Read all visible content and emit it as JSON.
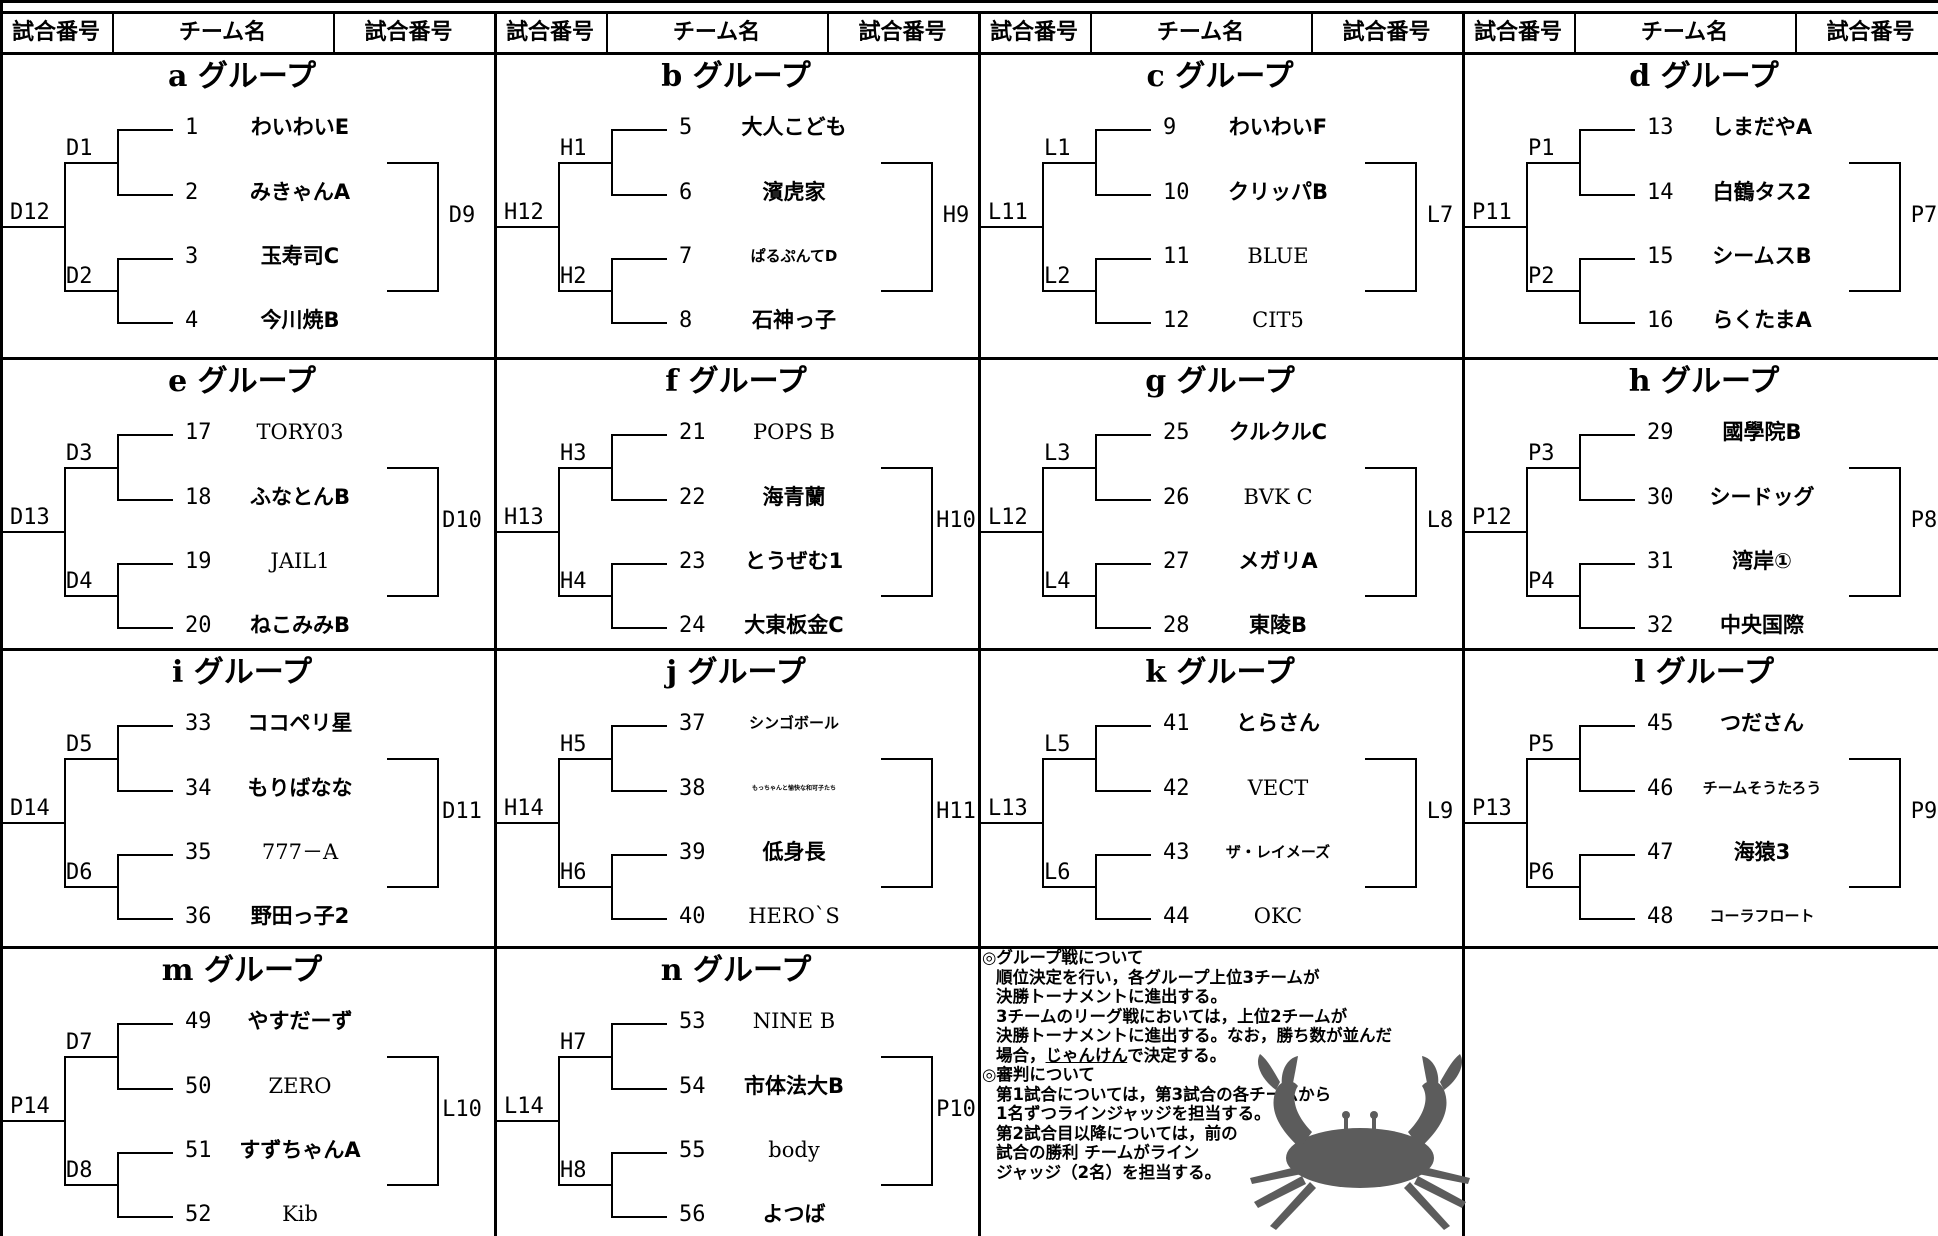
{
  "header": {
    "columns": [
      {
        "left": "試合番号",
        "middle": "チーム名",
        "right": "試合番号"
      },
      {
        "left": "試合番号",
        "middle": "チーム名",
        "right": "試合番号"
      },
      {
        "left": "試合番号",
        "middle": "チーム名",
        "right": "試合番号"
      },
      {
        "left": "試合番号",
        "middle": "チーム名",
        "right": "試合番号"
      }
    ]
  },
  "groups": [
    {
      "title": "a グループ",
      "outer": "D12",
      "top": "D1",
      "bottom": "D2",
      "final": "D9",
      "teams": [
        {
          "num": "1",
          "name": "わいわいE"
        },
        {
          "num": "2",
          "name": "みきゃんA"
        },
        {
          "num": "3",
          "name": "玉寿司C"
        },
        {
          "num": "4",
          "name": "今川焼B"
        }
      ]
    },
    {
      "title": "b グループ",
      "outer": "H12",
      "top": "H1",
      "bottom": "H2",
      "final": "H9",
      "teams": [
        {
          "num": "5",
          "name": "大人こども"
        },
        {
          "num": "6",
          "name": "濱虎家"
        },
        {
          "num": "7",
          "name": "ぱるぷんてD",
          "size": "s"
        },
        {
          "num": "8",
          "name": "石神っ子"
        }
      ]
    },
    {
      "title": "c グループ",
      "outer": "L11",
      "top": "L1",
      "bottom": "L2",
      "final": "L7",
      "teams": [
        {
          "num": "9",
          "name": "わいわいF"
        },
        {
          "num": "10",
          "name": "クリッパB"
        },
        {
          "num": "11",
          "name": "BLUE",
          "font": "serif"
        },
        {
          "num": "12",
          "name": "CIT5",
          "font": "serif"
        }
      ]
    },
    {
      "title": "d グループ",
      "outer": "P11",
      "top": "P1",
      "bottom": "P2",
      "final": "P7",
      "teams": [
        {
          "num": "13",
          "name": "しまだやA"
        },
        {
          "num": "14",
          "name": "白鶴タス2"
        },
        {
          "num": "15",
          "name": "シームスB"
        },
        {
          "num": "16",
          "name": "らくたまA"
        }
      ]
    },
    {
      "title": "e グループ",
      "outer": "D13",
      "top": "D3",
      "bottom": "D4",
      "final": "D10",
      "teams": [
        {
          "num": "17",
          "name": "TORY03",
          "font": "serif"
        },
        {
          "num": "18",
          "name": "ふなとんB"
        },
        {
          "num": "19",
          "name": "JAIL1",
          "font": "serif"
        },
        {
          "num": "20",
          "name": "ねこみみB"
        }
      ]
    },
    {
      "title": "f グループ",
      "outer": "H13",
      "top": "H3",
      "bottom": "H4",
      "final": "H10",
      "teams": [
        {
          "num": "21",
          "name": "POPS B",
          "font": "serif"
        },
        {
          "num": "22",
          "name": "海青蘭"
        },
        {
          "num": "23",
          "name": "とうぜむ1"
        },
        {
          "num": "24",
          "name": "大東板金C"
        }
      ]
    },
    {
      "title": "g グループ",
      "outer": "L12",
      "top": "L3",
      "bottom": "L4",
      "final": "L8",
      "teams": [
        {
          "num": "25",
          "name": "クルクルC"
        },
        {
          "num": "26",
          "name": "BVK C",
          "font": "serif"
        },
        {
          "num": "27",
          "name": "メガリA"
        },
        {
          "num": "28",
          "name": "東陵B"
        }
      ]
    },
    {
      "title": "h グループ",
      "outer": "P12",
      "top": "P3",
      "bottom": "P4",
      "final": "P8",
      "teams": [
        {
          "num": "29",
          "name": "國學院B"
        },
        {
          "num": "30",
          "name": "シードッグ"
        },
        {
          "num": "31",
          "name": "湾岸①"
        },
        {
          "num": "32",
          "name": "中央国際"
        }
      ]
    },
    {
      "title": "i グループ",
      "outer": "D14",
      "top": "D5",
      "bottom": "D6",
      "final": "D11",
      "teams": [
        {
          "num": "33",
          "name": "ココペリ星"
        },
        {
          "num": "34",
          "name": "もりばなな"
        },
        {
          "num": "35",
          "name": "777－A",
          "font": "serif"
        },
        {
          "num": "36",
          "name": "野田っ子2"
        }
      ]
    },
    {
      "title": "j グループ",
      "outer": "H14",
      "top": "H5",
      "bottom": "H6",
      "final": "H11",
      "teams": [
        {
          "num": "37",
          "name": "シンゴボール",
          "size": "s"
        },
        {
          "num": "38",
          "name": "もっちゃんと愉快な和可子たち",
          "size": "xs"
        },
        {
          "num": "39",
          "name": "低身長"
        },
        {
          "num": "40",
          "name": "HERO`S",
          "font": "serif"
        }
      ]
    },
    {
      "title": "k グループ",
      "outer": "L13",
      "top": "L5",
      "bottom": "L6",
      "final": "L9",
      "teams": [
        {
          "num": "41",
          "name": "とらさん"
        },
        {
          "num": "42",
          "name": "VECT",
          "font": "serif"
        },
        {
          "num": "43",
          "name": "ザ・レイメーズ",
          "size": "s"
        },
        {
          "num": "44",
          "name": "OKC",
          "font": "serif"
        }
      ]
    },
    {
      "title": "l グループ",
      "outer": "P13",
      "top": "P5",
      "bottom": "P6",
      "final": "P9",
      "teams": [
        {
          "num": "45",
          "name": "つださん"
        },
        {
          "num": "46",
          "name": "チームそうたろう",
          "size": "s"
        },
        {
          "num": "47",
          "name": "海猿3"
        },
        {
          "num": "48",
          "name": "コーラフロート",
          "size": "s"
        }
      ]
    },
    {
      "title": "m グループ",
      "outer": "P14",
      "top": "D7",
      "bottom": "D8",
      "final": "L10",
      "teams": [
        {
          "num": "49",
          "name": "やすだーず"
        },
        {
          "num": "50",
          "name": "ZERO",
          "font": "serif"
        },
        {
          "num": "51",
          "name": "すずちゃんA"
        },
        {
          "num": "52",
          "name": "Kib",
          "font": "serif"
        }
      ]
    },
    {
      "title": "n グループ",
      "outer": "L14",
      "top": "H7",
      "bottom": "H8",
      "final": "P10",
      "teams": [
        {
          "num": "53",
          "name": "NINE B",
          "font": "serif"
        },
        {
          "num": "54",
          "name": "市体法大B"
        },
        {
          "num": "55",
          "name": "body",
          "font": "serif"
        },
        {
          "num": "56",
          "name": "よつば"
        }
      ]
    }
  ],
  "notes": {
    "group_heading": "◎グループ戦について",
    "group_lines": [
      "順位決定を行い，各グループ上位3チームが",
      "決勝トーナメントに進出する。",
      "3チームのリーグ戦においては，上位2チームが",
      "決勝トーナメントに進出する。なお，勝ち数が並んだ"
    ],
    "group_last_prefix": "場合，",
    "group_last_emph": "じゃんけん",
    "group_last_suffix": "で決定する。",
    "judge_heading": "◎審判について",
    "judge_lines": [
      "第1試合については，第3試合の各チームから",
      "1名ずつラインジャッジを担当する。",
      "第2試合目以降については，前の",
      "試合の勝利 チームがライン",
      "ジャッジ（2名）を担当する。"
    ]
  },
  "illustration": {
    "name": "crab",
    "color": "#5c5c5c"
  },
  "colors": {
    "ink": "#000000",
    "background": "#ffffff"
  }
}
